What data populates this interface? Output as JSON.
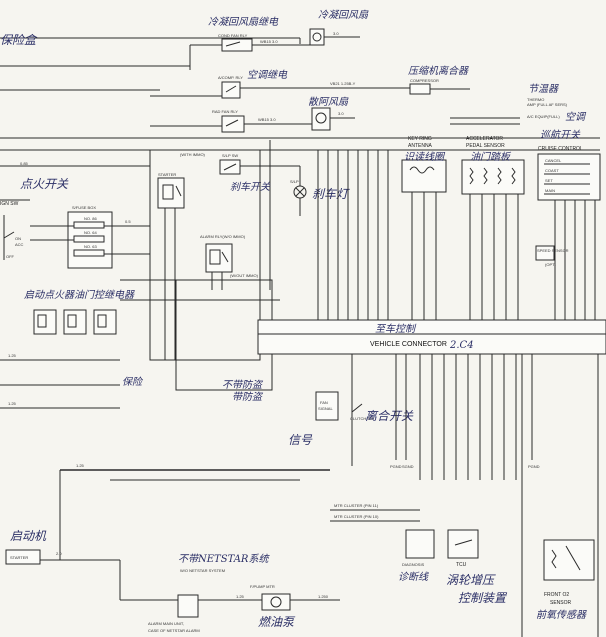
{
  "components": {
    "cond_fan_rly": "COND FAN RLY",
    "cond_fan_motor_note": "冷凝回风扇继电",
    "cond_fan_note": "冷凝回风扇",
    "acomp_rly": "A/COMP. RLY",
    "acomp_note": "空调继电",
    "rad_fan_rly": "RAD FAN RLY",
    "rad_fan_note": "散阿风扇",
    "compressor": "COMPRESSOR",
    "compressor_note": "压缩机离合器",
    "thermo": "THERMO",
    "thermo_sub1": "AMP (FULL AF SERS)",
    "thermo_sub2": "A/C EQUIP(FULL)",
    "thermo_note": "节温器",
    "ac_note": "空调",
    "cruise": "CRUISE CONTROL",
    "cruise_note": "巡航开关",
    "cruise_cancel": "CANCEL",
    "cruise_coast": "COAST",
    "cruise_set": "SET",
    "cruise_main": "MAIN",
    "key_ring": "KEY RING",
    "antenna": "ANTENNA",
    "antenna_note": "识读线圈",
    "accel": "ACCELERATOR",
    "pedal_sensor": "PEDAL SENSOR",
    "pedal_note": "油门踏板",
    "speed_sensor": "SPEED SENSOR",
    "speed_opt": "(OPT)",
    "with_immo": "(WITH IMMO)",
    "slp_sw": "S/LP SW",
    "brake_note": "刹车开关",
    "starter_rly": "STARTER",
    "ign_note": "点火开关",
    "ign_sw": "IGN SW",
    "sfuse_box": "S/FUSE BOX",
    "fuse1": "NO. 86",
    "fuse2": "NO. 64",
    "fuse3": "NO. 63",
    "alarm_rly": "ALARM RLY(W/O IMMO)",
    "relay_note": "启动点火器油门控继电器",
    "wout_immo": "(W/OUT IMMO)",
    "slp": "S/LP",
    "lamp_note": "刹车灯",
    "vehicle_connector": "VEHICLE CONNECTOR",
    "vc_note": "2.C4",
    "ecu_note": "至车控制",
    "fan_signal1": "FAN",
    "fan_signal2": "SIGNAL",
    "signal_note": "信号",
    "clutch_sw": "CLUTCH SW",
    "clutch_note": "离合开关",
    "immo_note": "不带防盗",
    "immo_note2": "带防盗",
    "fuse_note": "保险",
    "start_note": "启动机",
    "starter": "STARTER",
    "netstar_note": "不带NETSTAR系统",
    "wo_netstar": "W/O NETSTAR SYSTEM",
    "fpump": "F/PUMP MTR",
    "fpump_note": "燃油泵",
    "alarm_main1": "ALARM MAIN UNIT,",
    "alarm_main2": "CASE OF NETSTAR ALARM",
    "mtr_cluster1": "MTR CLUSTER (PIN 11)",
    "mtr_cluster2": "MTR CLUSTER (PIN 10)",
    "diagnosis": "DIAGNOSIS",
    "diag_note": "诊断线",
    "tcu": "TCU",
    "tcu_note1": "涡轮增压",
    "tcu_note2": "控制装置",
    "front_o2_1": "FRONT O2",
    "front_o2_2": "SENSOR",
    "o2_note": "前氧传感器",
    "pgnd1": "PGND",
    "pgnd2": "SGND",
    "pgnd3": "PGND",
    "left_top": "保险盒",
    "on": "ON",
    "acc": "ACC",
    "off": "OFF",
    "wire_085": "0.85",
    "wire_125": "1.25",
    "wire_05": "0.5",
    "wire_25": "2.0",
    "wire_125b": "1.250"
  }
}
